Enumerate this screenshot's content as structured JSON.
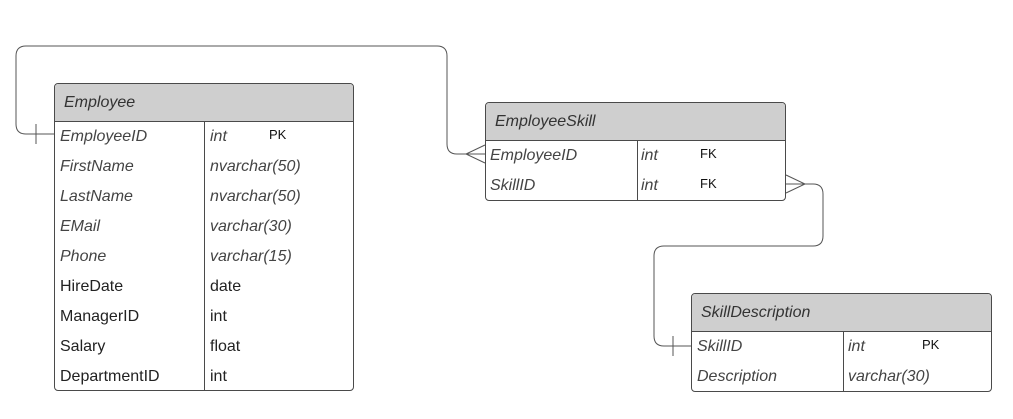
{
  "entities": {
    "employee": {
      "title": "Employee",
      "rows": [
        {
          "name": "EmployeeID",
          "type": "int",
          "key": "PK"
        },
        {
          "name": "FirstName",
          "type": "nvarchar(50)",
          "key": ""
        },
        {
          "name": "LastName",
          "type": "nvarchar(50)",
          "key": ""
        },
        {
          "name": "EMail",
          "type": "varchar(30)",
          "key": ""
        },
        {
          "name": "Phone",
          "type": "varchar(15)",
          "key": ""
        },
        {
          "name": "HireDate",
          "type": "date",
          "key": ""
        },
        {
          "name": "ManagerID",
          "type": "int",
          "key": ""
        },
        {
          "name": "Salary",
          "type": "float",
          "key": ""
        },
        {
          "name": "DepartmentID",
          "type": "int",
          "key": ""
        }
      ]
    },
    "employee_skill": {
      "title": "EmployeeSkill",
      "rows": [
        {
          "name": "EmployeeID",
          "type": "int",
          "key": "FK"
        },
        {
          "name": "SkillID",
          "type": "int",
          "key": "FK"
        }
      ]
    },
    "skill_description": {
      "title": "SkillDescription",
      "rows": [
        {
          "name": "SkillID",
          "type": "int",
          "key": "PK"
        },
        {
          "name": "Description",
          "type": "varchar(30)",
          "key": ""
        }
      ]
    }
  },
  "relationships": [
    {
      "from": "Employee.EmployeeID",
      "from_end": "one",
      "to": "EmployeeSkill.EmployeeID",
      "to_end": "many"
    },
    {
      "from": "EmployeeSkill.SkillID",
      "from_end": "many",
      "to": "SkillDescription.SkillID",
      "to_end": "one"
    }
  ],
  "colors": {
    "header_fill": "#cfcfcf",
    "border": "#4a4a4a",
    "line": "#555555"
  }
}
